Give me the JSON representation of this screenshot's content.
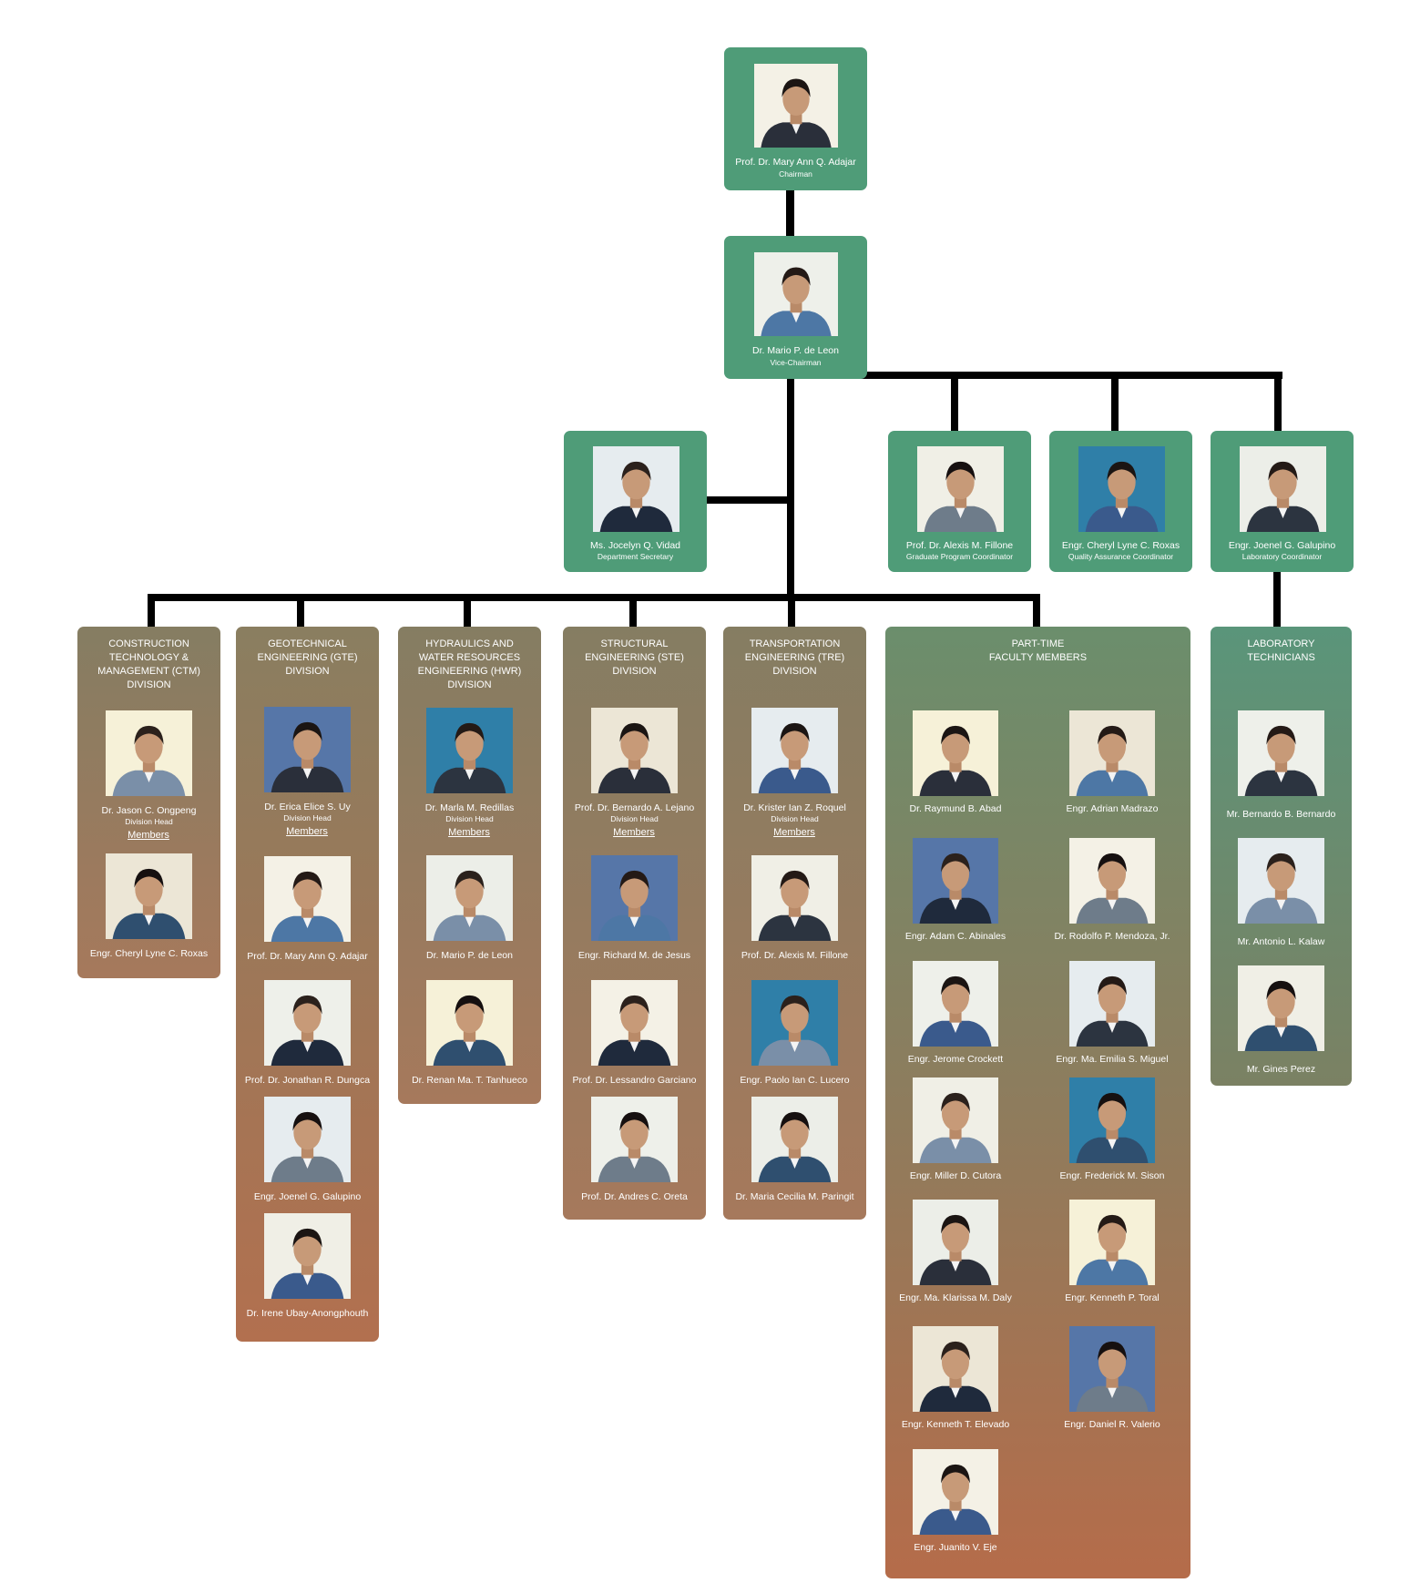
{
  "colors": {
    "top_green": "#4f9c78",
    "division_brown": "#a6795c",
    "connector": "#000000"
  },
  "chairman": {
    "name": "Prof. Dr. Mary Ann Q. Adajar",
    "role": "Chairman"
  },
  "vice_chairman": {
    "name": "Dr. Mario P. de Leon",
    "role": "Vice-Chairman"
  },
  "secretary": {
    "name": "Ms. Jocelyn Q. Vidad",
    "role": "Department Secretary"
  },
  "coordinators": [
    {
      "name": "Prof. Dr. Alexis M. Fillone",
      "role": "Graduate Program Coordinator"
    },
    {
      "name": "Engr. Cheryl Lyne C. Roxas",
      "role": "Quality Assurance Coordinator"
    },
    {
      "name": "Engr. Joenel G. Galupino",
      "role": "Laboratory Coordinator"
    }
  ],
  "members_label": "Members",
  "head_role": "Division Head",
  "divisions": [
    {
      "title_lines": [
        "CONSTRUCTION",
        "TECHNOLOGY &",
        "MANAGEMENT (CTM)",
        "DIVISION"
      ],
      "head": "Dr. Jason C. Ongpeng",
      "members": [
        "Engr. Cheryl Lyne C. Roxas"
      ]
    },
    {
      "title_lines": [
        "GEOTECHNICAL",
        "ENGINEERING (GTE)",
        "DIVISION"
      ],
      "head": "Dr. Erica Elice S. Uy",
      "members": [
        "Prof. Dr. Mary Ann Q. Adajar",
        "Prof. Dr. Jonathan R. Dungca",
        "Engr. Joenel G. Galupino",
        "Dr. Irene Ubay-Anongphouth"
      ]
    },
    {
      "title_lines": [
        "HYDRAULICS AND",
        "WATER RESOURCES",
        "ENGINEERING (HWR)",
        "DIVISION"
      ],
      "head": "Dr. Marla M. Redillas",
      "members": [
        "Dr. Mario P. de Leon",
        "Dr. Renan Ma. T. Tanhueco"
      ]
    },
    {
      "title_lines": [
        "STRUCTURAL",
        "ENGINEERING (STE)",
        "DIVISION"
      ],
      "head": "Prof. Dr. Bernardo A. Lejano",
      "members": [
        "Engr. Richard M. de Jesus",
        "Prof. Dr. Lessandro Garciano",
        "Prof. Dr. Andres C. Oreta"
      ]
    },
    {
      "title_lines": [
        "TRANSPORTATION",
        "ENGINEERING (TRE)",
        "DIVISION"
      ],
      "head": "Dr. Krister Ian Z. Roquel",
      "members": [
        "Prof. Dr. Alexis M. Fillone",
        "Engr. Paolo Ian C. Lucero",
        "Dr. Maria Cecilia M. Paringit"
      ]
    }
  ],
  "part_time": {
    "title_lines": [
      "PART-TIME",
      "FACULTY MEMBERS"
    ],
    "members": [
      "Dr. Raymund B. Abad",
      "Engr. Adrian Madrazo",
      "Engr. Adam C. Abinales",
      "Dr. Rodolfo P. Mendoza, Jr.",
      "Engr. Jerome Crockett",
      "Engr. Ma. Emilia S. Miguel",
      "Engr. Miller D. Cutora",
      "Engr. Frederick M. Sison",
      "Engr. Ma. Klarissa M. Daly",
      "Engr. Kenneth P. Toral",
      "Engr. Kenneth T. Elevado",
      "Engr. Daniel R. Valerio",
      "Engr. Juanito V. Eje"
    ]
  },
  "lab_technicians": {
    "title_lines": [
      "LABORATORY",
      "TECHNICIANS"
    ],
    "members": [
      "Mr. Bernardo B. Bernardo",
      "Mr. Antonio L. Kalaw",
      "Mr. Gines Perez"
    ]
  }
}
